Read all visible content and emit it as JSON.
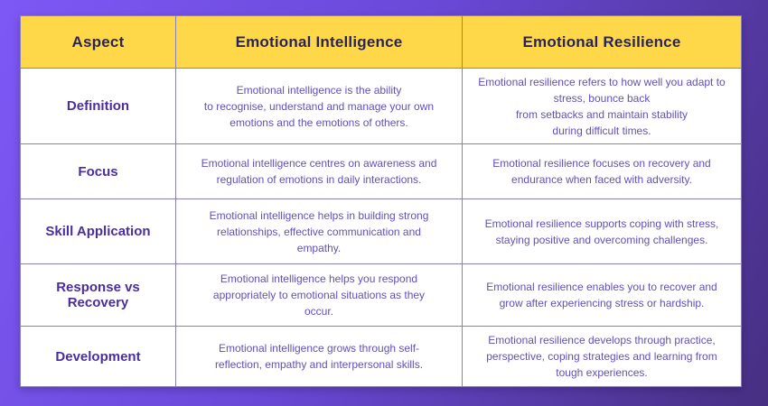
{
  "colors": {
    "header_bg": "#FFD84A",
    "header_text": "#2A2358",
    "aspect_text": "#4B2E9E",
    "body_text": "#6150BD",
    "border": "#8B80B5",
    "bg_start": "#7E58F5",
    "bg_mid": "#6A49D8",
    "bg_end": "#472F82"
  },
  "table": {
    "headers": [
      "Aspect",
      "Emotional Intelligence",
      "Emotional Resilience"
    ],
    "rows": [
      {
        "aspect": "Definition",
        "intelligence": "Emotional intelligence is the ability\nto recognise, understand and manage your own\nemotions and the emotions of others.",
        "resilience": "Emotional resilience refers to how well you adapt to\nstress, bounce back\nfrom setbacks and maintain stability\nduring difficult times."
      },
      {
        "aspect": "Focus",
        "intelligence": "Emotional intelligence centres on awareness and\nregulation of emotions in daily interactions.",
        "resilience": "Emotional resilience focuses on recovery and\nendurance when faced with adversity."
      },
      {
        "aspect": "Skill Application",
        "intelligence": "Emotional intelligence helps in building strong\nrelationships, effective communication and\nempathy.",
        "resilience": "Emotional resilience supports coping with stress,\nstaying positive and overcoming challenges."
      },
      {
        "aspect": "Response vs\nRecovery",
        "intelligence": "Emotional intelligence helps you respond\nappropriately to emotional situations as they\noccur.",
        "resilience": "Emotional resilience enables you to recover and\ngrow after experiencing stress or hardship."
      },
      {
        "aspect": "Development",
        "intelligence": "Emotional intelligence grows through self-\nreflection, empathy and interpersonal skills.",
        "resilience": "Emotional resilience develops through practice,\nperspective, coping strategies and learning from\ntough experiences."
      }
    ]
  }
}
